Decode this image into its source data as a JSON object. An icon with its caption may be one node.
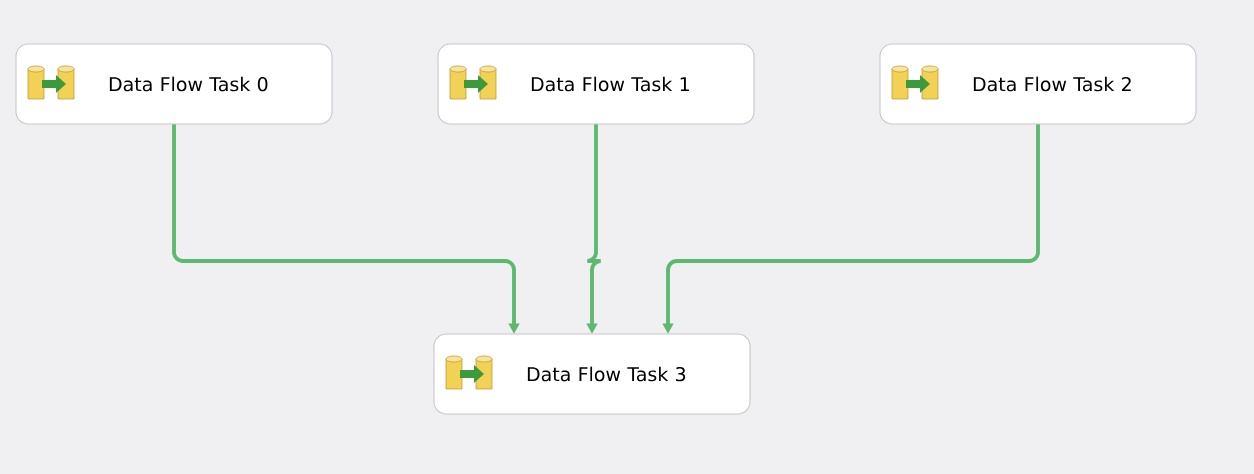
{
  "diagram": {
    "nodes": [
      {
        "text": [
          "Data Flow Task 0"
        ]
      },
      {
        "text": [
          "Data Flow Task 1"
        ]
      },
      {
        "text": [
          "Data Flow Task 2"
        ]
      },
      {
        "text": [
          "Data Flow Task 3"
        ]
      }
    ],
    "edges": [
      {
        "from": 0,
        "to": 3,
        "arrow": "to"
      },
      {
        "from": 1,
        "to": 3,
        "arrow": "to"
      },
      {
        "from": 2,
        "to": 3,
        "arrow": "to"
      }
    ]
  }
}
